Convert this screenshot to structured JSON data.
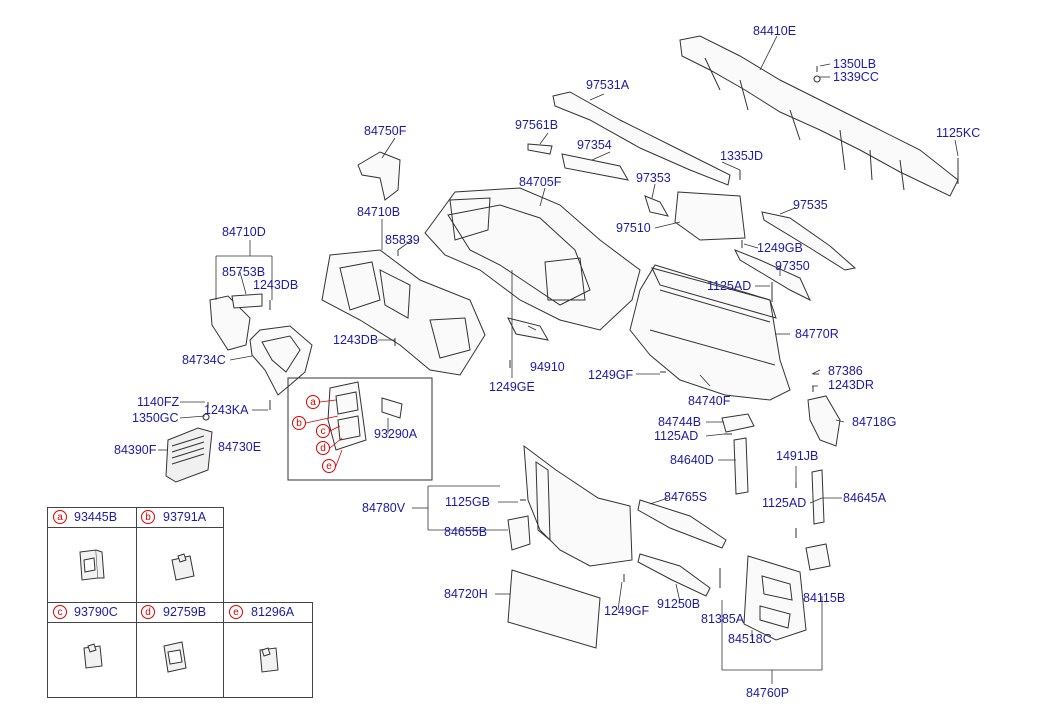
{
  "callouts": {
    "p84410E": "84410E",
    "p1350LB": "1350LB",
    "p1339CC": "1339CC",
    "p97531A": "97531A",
    "p1125KC": "1125KC",
    "p84750F": "84750F",
    "p97561B": "97561B",
    "p97354": "97354",
    "p1335JD": "1335JD",
    "p84705F": "84705F",
    "p97353": "97353",
    "p97535": "97535",
    "p84710B": "84710B",
    "p85839": "85839",
    "p97510": "97510",
    "p1249GB": "1249GB",
    "p84710D": "84710D",
    "p97350": "97350",
    "p85753B": "85753B",
    "p1243DB_a": "1243DB",
    "p1125AD_a": "1125AD",
    "p84770R": "84770R",
    "p1243DB_b": "1243DB",
    "p84734C": "84734C",
    "p94910": "94910",
    "p87386": "87386",
    "p1249GF_a": "1249GF",
    "p1243DR": "1243DR",
    "p1249GE": "1249GE",
    "p84740F": "84740F",
    "p1140FZ": "1140FZ",
    "p1350GC": "1350GC",
    "p1243KA": "1243KA",
    "p84718G": "84718G",
    "p84744B": "84744B",
    "p93290A": "93290A",
    "p1125AD_b": "1125AD",
    "p84730E": "84730E",
    "p84390F": "84390F",
    "p84640D": "84640D",
    "p1491JB": "1491JB",
    "p84765S": "84765S",
    "p1125GB": "1125GB",
    "p84780V": "84780V",
    "p1125AD_c": "1125AD",
    "p84645A": "84645A",
    "p84655B": "84655B",
    "p84720H": "84720H",
    "p1249GF_b": "1249GF",
    "p91250B": "91250B",
    "p84115B": "84115B",
    "p81385A": "81385A",
    "p84518C": "84518C",
    "p84760P": "84760P"
  },
  "sub_letters": [
    "a",
    "b",
    "c",
    "d",
    "e"
  ],
  "legend": {
    "cells": [
      {
        "letter": "a",
        "part": "93445B"
      },
      {
        "letter": "b",
        "part": "93791A"
      },
      {
        "letter": "c",
        "part": "93790C"
      },
      {
        "letter": "d",
        "part": "92759B"
      },
      {
        "letter": "e",
        "part": "81296A"
      }
    ]
  },
  "colors": {
    "label": "#1a1aa8",
    "letter": "#dd0000",
    "line": "#333333"
  }
}
